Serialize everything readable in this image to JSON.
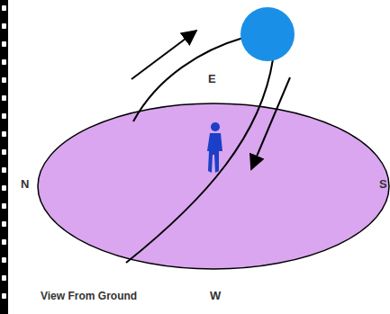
{
  "diagram": {
    "labels": [
      "E",
      "N",
      "S",
      "W",
      "View From Ground"
    ]
  }
}
